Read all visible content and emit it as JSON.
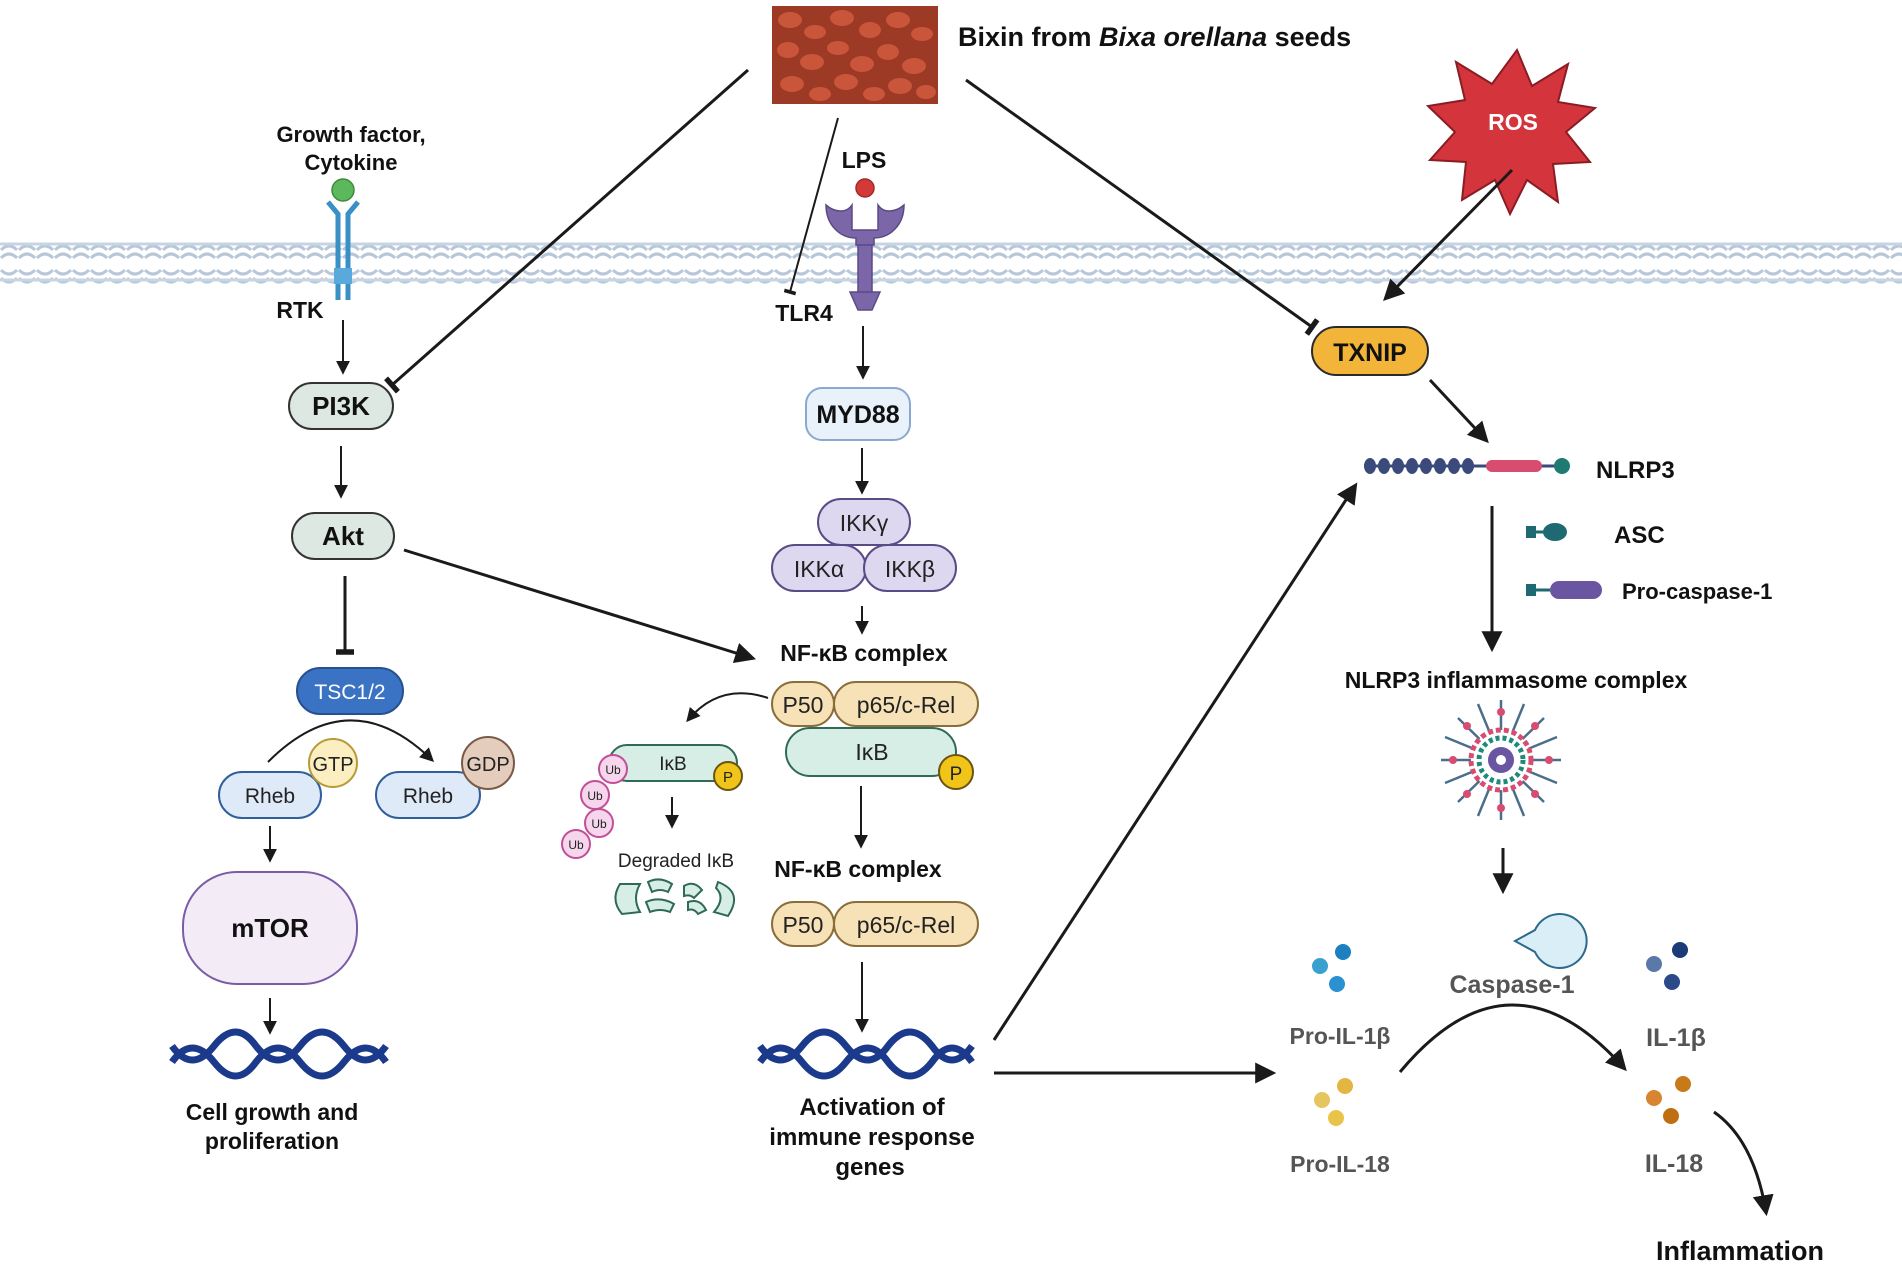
{
  "title": {
    "prefix": "Bixin from ",
    "species": "Bixa orellana",
    "suffix": " seeds"
  },
  "left": {
    "growth_factor_line1": "Growth factor,",
    "growth_factor_line2": "Cytokine",
    "rtk": "RTK",
    "pi3k": "PI3K",
    "akt": "Akt",
    "tsc": "TSC1/2",
    "rheb_a": "Rheb",
    "gtp": "GTP",
    "rheb_b": "Rheb",
    "gdp": "GDP",
    "mtor": "mTOR",
    "outcome_line1": "Cell growth and",
    "outcome_line2": "proliferation"
  },
  "middle": {
    "lps": "LPS",
    "tlr4": "TLR4",
    "myd88": "MYD88",
    "ikk_gamma": "IKKγ",
    "ikk_alpha": "IKKα",
    "ikk_beta": "IKKβ",
    "nfkb_title_1": "NF-κB complex",
    "p50_1": "P50",
    "p65_1": "p65/c-Rel",
    "ikb_main": "IκB",
    "p_main": "P",
    "ikb_side": "IκB",
    "p_side": "P",
    "ub": "Ub",
    "degraded": "Degraded IκB",
    "nfkb_title_2": "NF-κB complex",
    "p50_2": "P50",
    "p65_2": "p65/c-Rel",
    "outcome_line1": "Activation of",
    "outcome_line2": "immune response",
    "outcome_line3": "genes"
  },
  "right": {
    "ros": "ROS",
    "txnip": "TXNIP",
    "nlrp3": "NLRP3",
    "asc": "ASC",
    "procasp": "Pro-caspase-1",
    "inflammasome": "NLRP3 inflammasome complex",
    "caspase": "Caspase-1",
    "pro_il1b": "Pro-IL-1β",
    "pro_il18": "Pro-IL-18",
    "il1b": "IL-1β",
    "il18": "IL-18",
    "inflammation": "Inflammation"
  },
  "colors": {
    "membrane": "#b7c7da",
    "node_fill": "#dde8e2",
    "tsc_fill": "#3b73c4",
    "rheb_fill": "#dfeaf8",
    "ikk_fill": "#ddd8f0",
    "nfkb_fill": "#f7e2b8",
    "ikb_fill": "#d6eee6",
    "txnip_fill": "#f2b53a",
    "ros_fill": "#d4343c",
    "receptor_purple": "#7b67a8",
    "seed_color": "#b0442c",
    "dna_color": "#1b3a8c"
  }
}
